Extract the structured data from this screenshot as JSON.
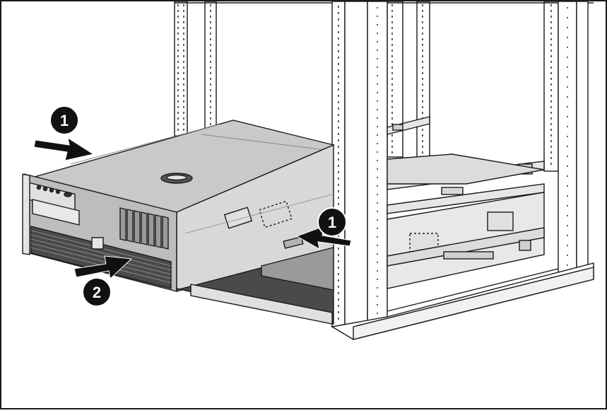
{
  "callouts": [
    {
      "number": "1",
      "meaning": "push-rack-release"
    },
    {
      "number": "1",
      "meaning": "press-side-release"
    },
    {
      "number": "2",
      "meaning": "slide-into-rack"
    }
  ],
  "colors": {
    "line": "#1a1a1a",
    "server_top": "#c9c9c9",
    "server_side": "#d8d8d8",
    "panel": "#bdbdbd",
    "callout_fill": "#111111",
    "callout_text": "#ffffff"
  }
}
